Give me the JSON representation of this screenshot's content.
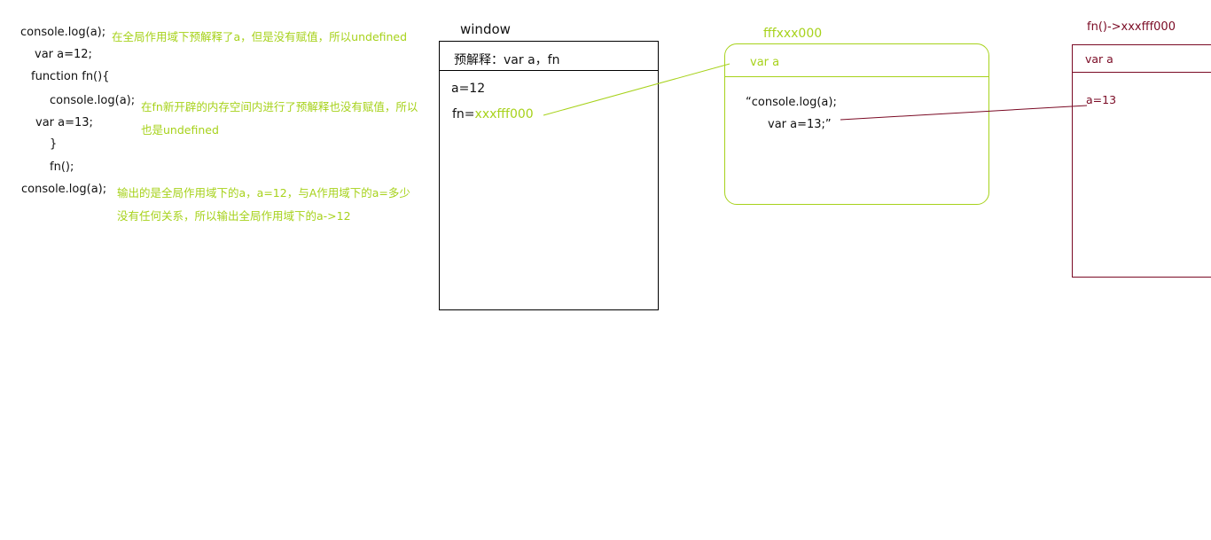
{
  "code": {
    "line1": "console.log(a);",
    "line2": "var a=12;",
    "line3": "function fn(){",
    "line4": "console.log(a);",
    "line5": "var a=13;",
    "line6": "}",
    "line7": "fn();",
    "line8": "console.log(a);"
  },
  "notes": {
    "note1": "在全局作用域下预解释了a，但是没有赋值，所以undefined",
    "note2_line1": "在fn新开辟的内存空间内进行了预解释也没有赋值，所以",
    "note2_line2": "也是undefined",
    "note3_line1": "输出的是全局作用域下的a，a=12，与A作用域下的a=多少",
    "note3_line2": "没有任何关系，所以输出全局作用域下的a->12"
  },
  "window_box": {
    "title": "window",
    "header": "预解释：var a，fn",
    "a_value": "a=12",
    "fn_label": "fn=",
    "fn_ref": "xxxfff000"
  },
  "heap_box": {
    "title": "fffxxx000",
    "header": "var a",
    "code_line1": "“console.log(a);",
    "code_line2": "var a=13;”"
  },
  "fn_box": {
    "title": "fn()->xxxfff000",
    "header": "var a",
    "a_value": "a=13"
  },
  "colors": {
    "green": "#a7d21b",
    "maroon": "#7a0a24",
    "black": "#111111"
  }
}
